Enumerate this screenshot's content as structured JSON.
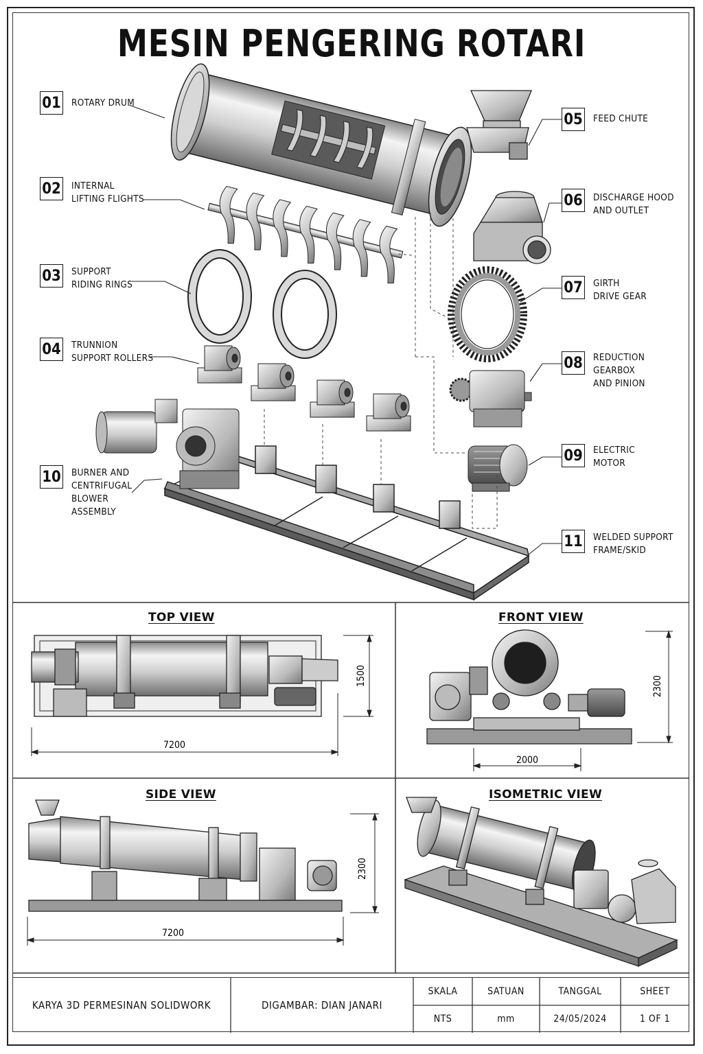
{
  "title": "MESIN PENGERING ROTARI",
  "callouts": [
    {
      "num": "01",
      "label": "ROTARY DRUM"
    },
    {
      "num": "02",
      "label": "INTERNAL\nLIFTING FLIGHTS"
    },
    {
      "num": "03",
      "label": "SUPPORT\nRIDING RINGS"
    },
    {
      "num": "04",
      "label": "TRUNNION\nSUPPORT ROLLERS"
    },
    {
      "num": "05",
      "label": "FEED CHUTE"
    },
    {
      "num": "06",
      "label": "DISCHARGE HOOD\nAND OUTLET"
    },
    {
      "num": "07",
      "label": "GIRTH\nDRIVE GEAR"
    },
    {
      "num": "08",
      "label": "REDUCTION\nGEARBOX\nAND PINION"
    },
    {
      "num": "09",
      "label": "ELECTRIC\nMOTOR"
    },
    {
      "num": "10",
      "label": "BURNER AND\nCENTRIFUGAL\nBLOWER\nASSEMBLY"
    },
    {
      "num": "11",
      "label": "WELDED SUPPORT\nFRAME/SKID"
    }
  ],
  "views": {
    "top": {
      "title": "TOP VIEW",
      "length": "7200",
      "width": "1500"
    },
    "front": {
      "title": "FRONT VIEW",
      "width": "2000",
      "height": "2300"
    },
    "side": {
      "title": "SIDE VIEW",
      "length": "7200",
      "height": "2300"
    },
    "iso": {
      "title": "ISOMETRIC VIEW"
    }
  },
  "title_block": {
    "project": "KARYA 3D PERMESINAN SOLIDWORK",
    "drawn_by": "DIGAMBAR: DIAN JANARI",
    "headers": [
      "SKALA",
      "SATUAN",
      "TANGGAL",
      "SHEET"
    ],
    "values": [
      "NTS",
      "mm",
      "24/05/2024",
      "1 OF 1"
    ]
  }
}
